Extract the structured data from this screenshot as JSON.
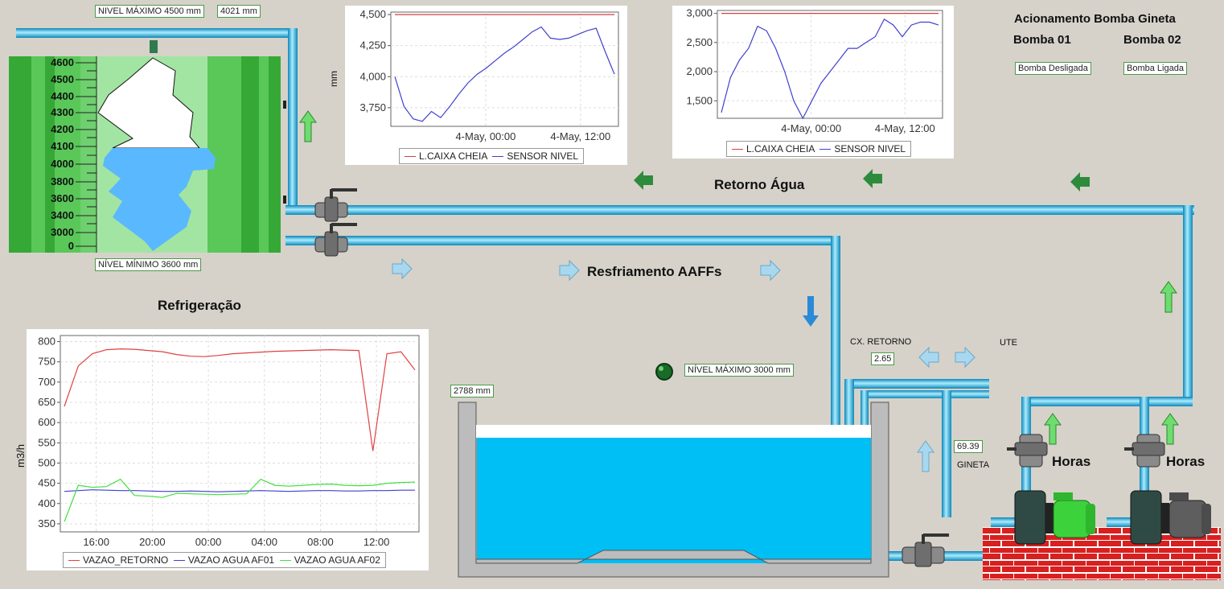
{
  "tank": {
    "max_label": "NIVEL MÁXIMO 4500 mm",
    "level_value": "4021 mm",
    "min_label": "NÍVEL MÍNIMO 3600 mm",
    "scale": [
      "4600",
      "4500",
      "4400",
      "4300",
      "4200",
      "4100",
      "4000",
      "3800",
      "3600",
      "3400",
      "3000",
      "0"
    ]
  },
  "labels": {
    "retorno": "Retorno Água",
    "resfriamento": "Resfriamento AAFFs",
    "refrigeracao": "Refrigeração",
    "acionamento": "Acionamento Bomba Gineta",
    "bomba01": "Bomba 01",
    "bomba02": "Bomba 02",
    "bomba01_status": "Bomba Desligada",
    "bomba02_status": "Bomba Ligada",
    "horas1": "Horas",
    "horas2": "Horas",
    "cx_retorno": "CX. RETORNO",
    "cx_retorno_value": "2.65",
    "ute": "UTE",
    "gineta_value": "69.39",
    "gineta": "GINETA",
    "reservoir_level": "2788 mm",
    "reservoir_max": "NÍVEL MÁXIMO 3000 mm"
  },
  "colors": {
    "pipe": "#39c6f0",
    "water": "#00bff5",
    "arrow_green": "#2e8b3c",
    "arrow_light": "#8cc8e8",
    "pump_on": "#3cd23c"
  },
  "chart_data": [
    {
      "type": "line",
      "ylabel": "mm",
      "ylim": [
        3600,
        4520
      ],
      "yticks": [
        "4,500",
        "4,250",
        "4,000",
        "3,750"
      ],
      "xticks": [
        "4-May, 00:00",
        "4-May, 12:00"
      ],
      "series": [
        {
          "name": "L.CAIXA CHEIA",
          "color": "#d04040",
          "values": [
            4500,
            4500,
            4500,
            4500,
            4500,
            4500,
            4500,
            4500,
            4500,
            4500,
            4500,
            4500,
            4500,
            4500,
            4500,
            4500,
            4500,
            4500,
            4500,
            4500,
            4500,
            4500,
            4500,
            4500,
            4500
          ]
        },
        {
          "name": "SENSOR NIVEL",
          "color": "#4040d0",
          "values": [
            4000,
            3760,
            3660,
            3640,
            3720,
            3670,
            3760,
            3860,
            3950,
            4020,
            4070,
            4130,
            4190,
            4240,
            4300,
            4360,
            4400,
            4310,
            4300,
            4310,
            4340,
            4370,
            4390,
            4200,
            4020
          ]
        }
      ]
    },
    {
      "type": "line",
      "ylim": [
        1200,
        3050
      ],
      "yticks": [
        "3,000",
        "2,500",
        "2,000",
        "1,500"
      ],
      "xticks": [
        "4-May, 00:00",
        "4-May, 12:00"
      ],
      "series": [
        {
          "name": "L.CAIXA CHEIA",
          "color": "#d04040",
          "values": [
            3000,
            3000,
            3000,
            3000,
            3000,
            3000,
            3000,
            3000,
            3000,
            3000,
            3000,
            3000,
            3000,
            3000,
            3000,
            3000,
            3000,
            3000,
            3000,
            3000,
            3000,
            3000,
            3000,
            3000,
            3000
          ]
        },
        {
          "name": "SENSOR NIVEL",
          "color": "#4040d0",
          "values": [
            1300,
            1900,
            2200,
            2400,
            2780,
            2700,
            2400,
            2000,
            1500,
            1200,
            1500,
            1800,
            2000,
            2200,
            2400,
            2400,
            2500,
            2600,
            2900,
            2800,
            2600,
            2800,
            2850,
            2850,
            2800
          ]
        }
      ]
    },
    {
      "type": "line",
      "ylabel": "m3/h",
      "ylim": [
        330,
        815
      ],
      "yticks": [
        "800",
        "750",
        "700",
        "650",
        "600",
        "550",
        "500",
        "450",
        "400",
        "350"
      ],
      "xticks": [
        "16:00",
        "20:00",
        "00:00",
        "04:00",
        "08:00",
        "12:00"
      ],
      "series": [
        {
          "name": "VAZAO_RETORNO",
          "color": "#e04040",
          "values": [
            640,
            740,
            770,
            780,
            782,
            781,
            778,
            775,
            768,
            764,
            763,
            766,
            770,
            772,
            774,
            776,
            777,
            778,
            779,
            780,
            779,
            778,
            530,
            770,
            775,
            730
          ]
        },
        {
          "name": "VAZAO AGUA AF01",
          "color": "#4040d0",
          "values": [
            430,
            432,
            434,
            433,
            432,
            432,
            431,
            430,
            430,
            431,
            430,
            429,
            430,
            431,
            432,
            431,
            430,
            431,
            432,
            432,
            431,
            431,
            432,
            432,
            433,
            433
          ]
        },
        {
          "name": "VAZAO AGUA AF02",
          "color": "#40e040",
          "values": [
            355,
            445,
            440,
            442,
            460,
            420,
            418,
            415,
            425,
            424,
            423,
            422,
            423,
            424,
            460,
            445,
            443,
            445,
            447,
            448,
            445,
            444,
            445,
            450,
            452,
            453
          ]
        }
      ]
    }
  ]
}
